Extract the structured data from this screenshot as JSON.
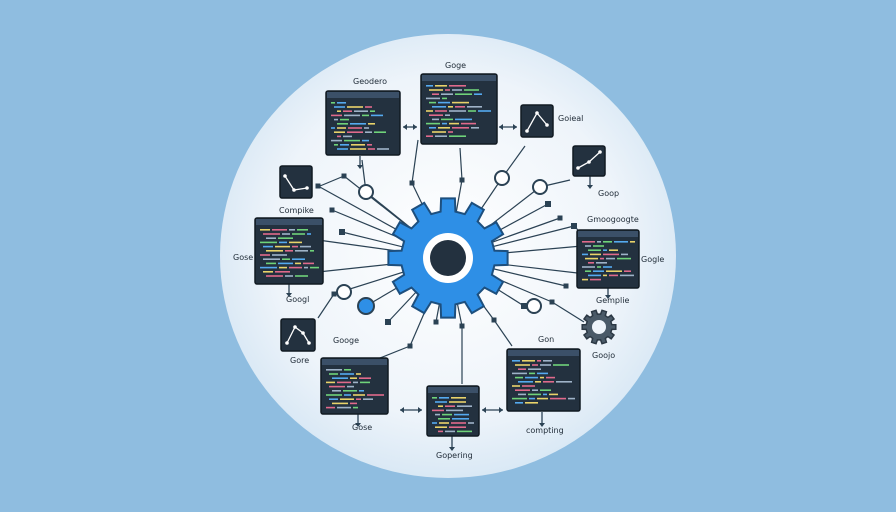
{
  "colors": {
    "background": "#8fbde0",
    "disc": "#eef4fa",
    "panel": "#23313f",
    "panel_title": "#3b5068",
    "accent_gear": "#2e8fe6",
    "connector": "#2b4254",
    "code_green": "#6fd37a",
    "code_blue": "#55aaf0",
    "code_yellow": "#e9d36a",
    "code_pink": "#e06a8c"
  },
  "center_icon": "gear-icon",
  "labels": [
    {
      "id": "top-left-window-label",
      "text": "Geodero"
    },
    {
      "id": "top-window-label",
      "text": "Goge"
    },
    {
      "id": "right-graph-top-label",
      "text": "Goieal"
    },
    {
      "id": "right-graph-label",
      "text": "Goop"
    },
    {
      "id": "left-graph-label",
      "text": "Compike"
    },
    {
      "id": "left-window-side-label",
      "text": "Gose"
    },
    {
      "id": "left-window-bottom-label",
      "text": "Googl"
    },
    {
      "id": "lower-left-graph-label",
      "text": "Gore"
    },
    {
      "id": "lower-left-small-label",
      "text": "Googe"
    },
    {
      "id": "right-window-top-label",
      "text": "Gmoogoogte"
    },
    {
      "id": "right-window-side-label",
      "text": "Gogle"
    },
    {
      "id": "right-window-bottom-label",
      "text": "Gemplie"
    },
    {
      "id": "bottom-window-label",
      "text": "Gose"
    },
    {
      "id": "bottom-center-label",
      "text": "Gopering"
    },
    {
      "id": "bottom-right-window-label",
      "text": "Gon"
    },
    {
      "id": "bottom-right-window-bottom-label",
      "text": "compting"
    },
    {
      "id": "right-gear-label",
      "text": "Goojo"
    }
  ]
}
